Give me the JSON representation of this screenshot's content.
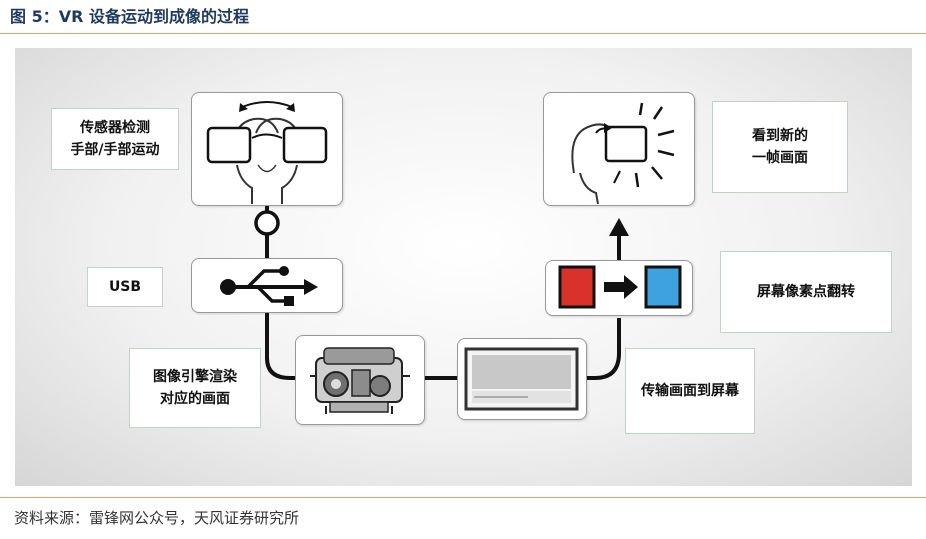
{
  "header": {
    "title": "图 5：VR 设备运动到成像的过程"
  },
  "footer": {
    "source": "资料来源：雷锋网公众号，天风证券研究所"
  },
  "labels": {
    "sensor_line1": "传感器检测",
    "sensor_line2": "手部/手部运动",
    "usb": "USB",
    "render_line1": "图像引擎渲染",
    "render_line2": "对应的画面",
    "transfer": "传输画面到屏幕",
    "pixel_flip": "屏幕像素点翻转",
    "new_frame_line1": "看到新的",
    "new_frame_line2": "一帧画面"
  },
  "colors": {
    "accent_rule": "#e8a25a",
    "title_text": "#1f3a5f",
    "pixel_red": "#d9322b",
    "pixel_blue": "#3fa2e0",
    "label_border": "#b9d7c2"
  },
  "icons": {
    "head_motion": "vr-head-motion-icon",
    "usb": "usb-icon",
    "engine": "engine-icon",
    "screen": "screen-icon",
    "pixel_flip": "pixel-flip-icon",
    "vr_view": "vr-view-icon"
  }
}
